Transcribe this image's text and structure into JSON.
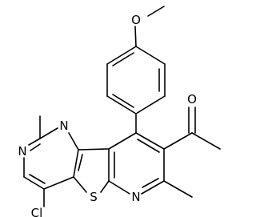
{
  "diagram": {
    "type": "chemical-structure",
    "atom_labels": {
      "methoxy_oxygen": "O",
      "pyrimidine_n_upper": "N",
      "pyrimidine_n_left": "N",
      "chlorine": "Cl",
      "thiophene_sulfur": "S",
      "pyridine_nitrogen": "N",
      "acetyl_oxygen": "O"
    },
    "colors": {
      "bond": "#000000",
      "label": "#000000",
      "background": "#ffffff"
    }
  }
}
